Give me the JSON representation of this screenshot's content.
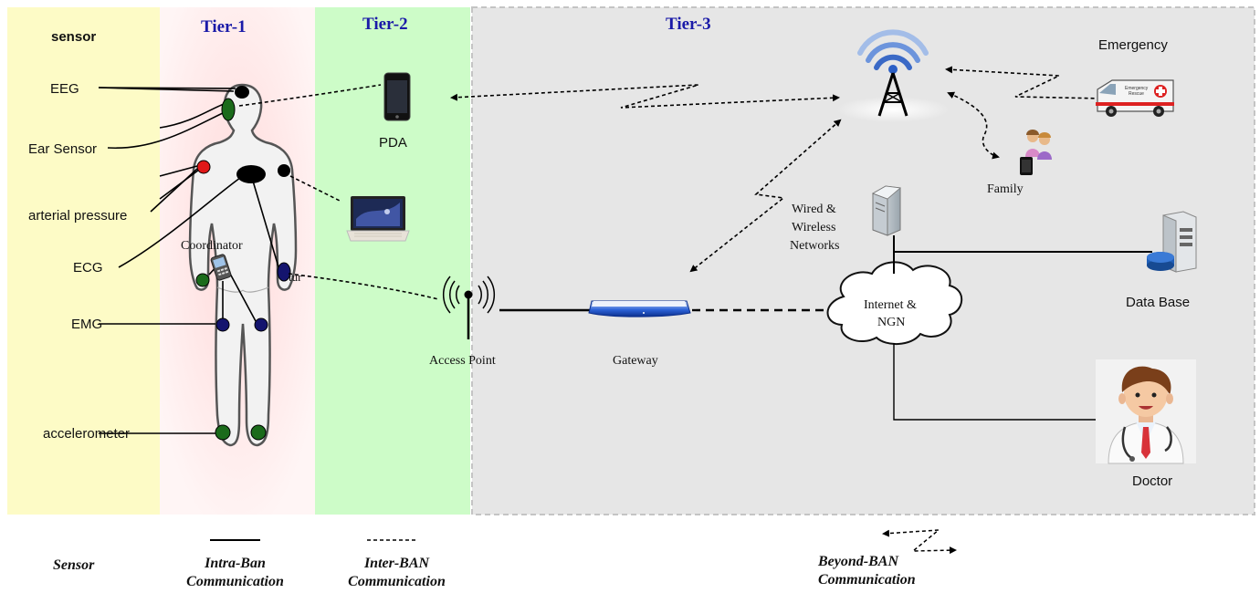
{
  "zones": {
    "sensor_title": "sensor",
    "tier1": "Tier-1",
    "tier2": "Tier-2",
    "tier3": "Tier-3"
  },
  "sensors": {
    "eeg": "EEG",
    "ear": "Ear Sensor",
    "arterial": "arterial pressure",
    "ecg": "ECG",
    "emg": "EMG",
    "accelerometer": "accelerometer"
  },
  "body": {
    "coordinator": "Coordinator",
    "coordinator_fragment": "tur"
  },
  "tier2": {
    "pda": "PDA",
    "access_point": "Access Point"
  },
  "tier3": {
    "gateway": "Gateway",
    "wired_line1": "Wired &",
    "wired_line2": "Wireless",
    "wired_line3": "Networks",
    "internet_line1": "Internet &",
    "internet_line2": "NGN",
    "emergency": "Emergency",
    "ambulance_text1": "Emergency",
    "ambulance_text2": "Rescue",
    "family": "Family",
    "database": "Data Base",
    "doctor": "Doctor"
  },
  "legend": {
    "sensor": "Sensor",
    "intra_line1": "Intra-Ban",
    "intra_line2": "Communication",
    "inter_line1": "Inter-BAN",
    "inter_line2": "Communication",
    "beyond_line1": "Beyond-BAN",
    "beyond_line2": "Communication"
  },
  "colors": {
    "sensor_zone": "#fdfbc6",
    "tier1_zone": "#fff0f0",
    "tier2_zone": "#cdfcc8",
    "tier3_zone": "#e6e6e6",
    "tier_title": "#1a1aa8",
    "sensor_green": "#1b6b1b",
    "sensor_navy": "#14146e",
    "sensor_red": "#e01818"
  }
}
